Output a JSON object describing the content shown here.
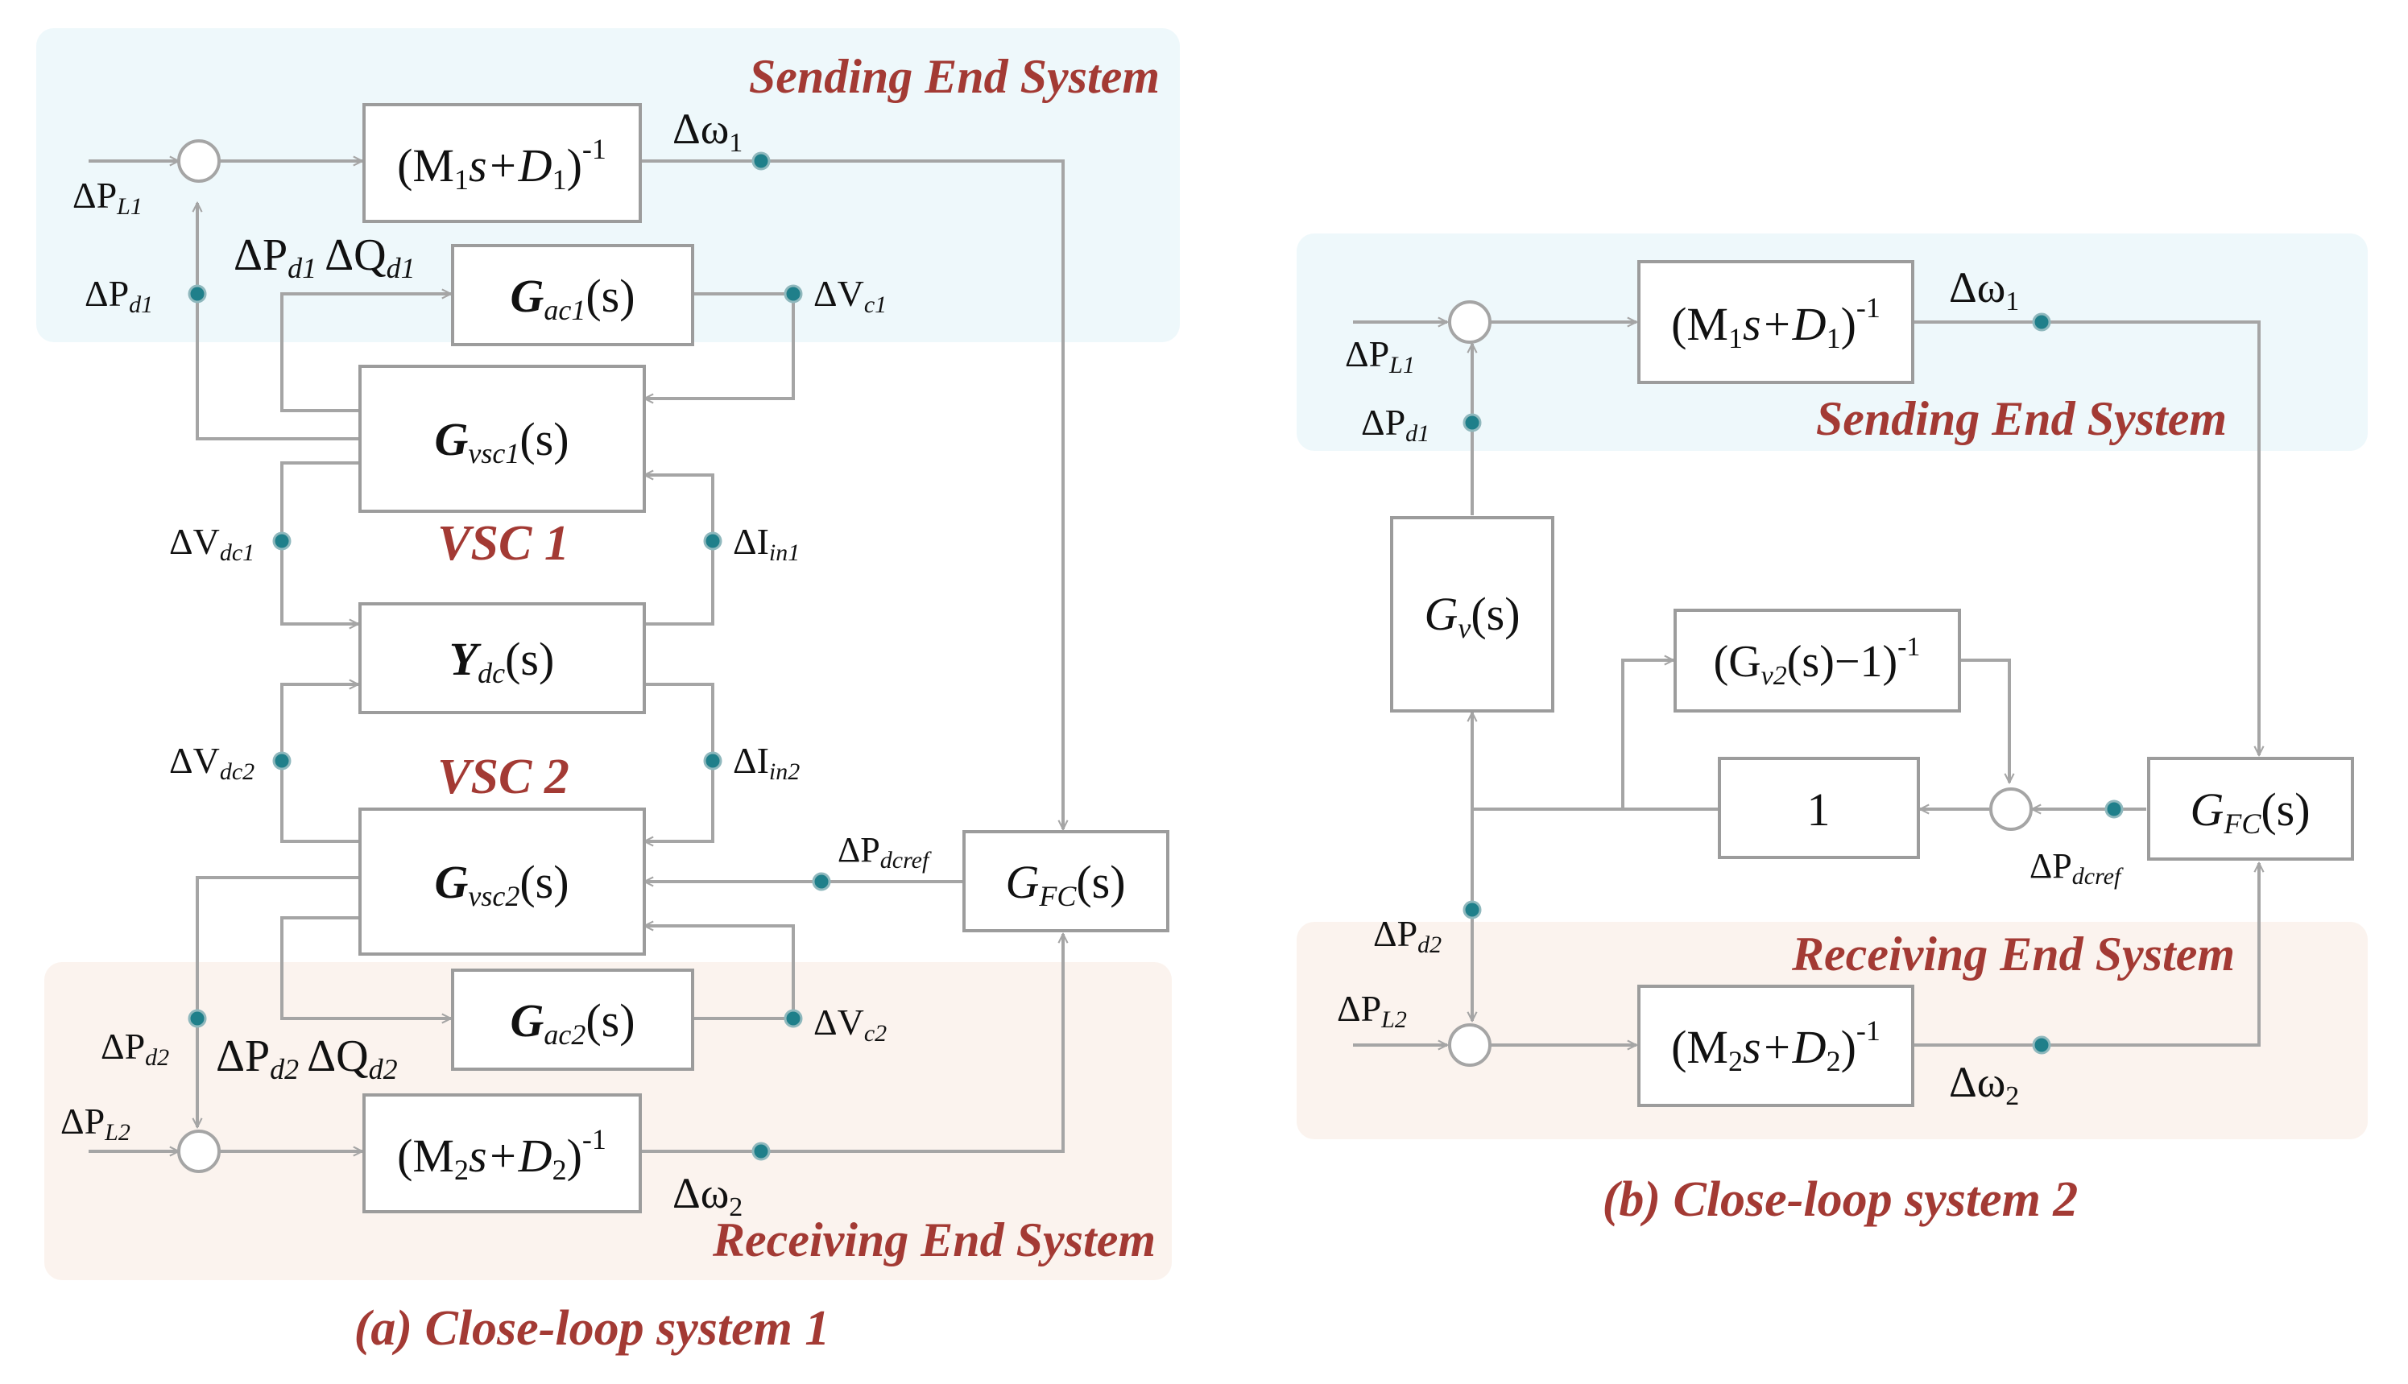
{
  "colors": {
    "accent_red": "#a33a34",
    "send_bg": "#eef8fb",
    "recv_bg": "#fbf3ee",
    "line": "#a5a5a5",
    "dot": "#1f7f8a"
  },
  "panel_a": {
    "caption": "(a) Close-loop system 1",
    "sending_title": "Sending End System",
    "receiving_title": "Receiving End System",
    "vsc1_label": "VSC 1",
    "vsc2_label": "VSC 2",
    "blocks": {
      "m1_base": "(M",
      "m1_sub1": "1",
      "m1_mid": "s+D",
      "m1_sub2": "1",
      "m1_close": ")",
      "m1_exp": "-1",
      "gac1_main": "G",
      "gac1_sub": "ac1",
      "gac1_arg": "(s)",
      "gvsc1_main": "G",
      "gvsc1_sub": "vsc1",
      "gvsc1_arg": "(s)",
      "ydc_main": "Y",
      "ydc_sub": "dc",
      "ydc_arg": "(s)",
      "gvsc2_main": "G",
      "gvsc2_sub": "vsc2",
      "gvsc2_arg": "(s)",
      "gac2_main": "G",
      "gac2_sub": "ac2",
      "gac2_arg": "(s)",
      "gfc_main": "G",
      "gfc_sub": "FC",
      "gfc_arg": "(s)",
      "m2_base": "(M",
      "m2_sub1": "2",
      "m2_mid": "s+D",
      "m2_sub2": "2",
      "m2_close": ")",
      "m2_exp": "-1"
    },
    "signals": {
      "dPL1": "ΔP",
      "dPL1_sub": "L1",
      "dw1": "Δω",
      "dw1_sub": "1",
      "dPd1": "ΔP",
      "dPd1_sub": "d1",
      "dPd1Qd1_p": "ΔP",
      "dPd1Qd1_psub": "d1",
      "dPd1Qd1_q": "ΔQ",
      "dPd1Qd1_qsub": "d1",
      "dVc1": "ΔV",
      "dVc1_sub": "c1",
      "dVdc1": "ΔV",
      "dVdc1_sub": "dc1",
      "dIin1": "ΔI",
      "dIin1_sub": "in1",
      "dVdc2": "ΔV",
      "dVdc2_sub": "dc2",
      "dIin2": "ΔI",
      "dIin2_sub": "in2",
      "dPdcref": "ΔP",
      "dPdcref_sub": "dcref",
      "dPd2": "ΔP",
      "dPd2_sub": "d2",
      "dPd2Qd2_p": "ΔP",
      "dPd2Qd2_psub": "d2",
      "dPd2Qd2_q": "ΔQ",
      "dPd2Qd2_qsub": "d2",
      "dVc2": "ΔV",
      "dVc2_sub": "c2",
      "dPL2": "ΔP",
      "dPL2_sub": "L2",
      "dw2": "Δω",
      "dw2_sub": "2"
    }
  },
  "panel_b": {
    "caption": "(b) Close-loop system 2",
    "sending_title": "Sending End System",
    "receiving_title": "Receiving End System",
    "blocks": {
      "m1_base": "(M",
      "m1_sub1": "1",
      "m1_mid": "s+D",
      "m1_sub2": "1",
      "m1_close": ")",
      "m1_exp": "-1",
      "gv_main": "G",
      "gv_sub": "v",
      "gv_arg": "(s)",
      "gv2_open": "(G",
      "gv2_sub": "v2",
      "gv2_rest": "(s)−1)",
      "gv2_exp": "-1",
      "one": "1",
      "gfc_main": "G",
      "gfc_sub": "FC",
      "gfc_arg": "(s)",
      "m2_base": "(M",
      "m2_sub1": "2",
      "m2_mid": "s+D",
      "m2_sub2": "2",
      "m2_close": ")",
      "m2_exp": "-1"
    },
    "signals": {
      "dPL1": "ΔP",
      "dPL1_sub": "L1",
      "dw1": "Δω",
      "dw1_sub": "1",
      "dPd1": "ΔP",
      "dPd1_sub": "d1",
      "dPdcref": "ΔP",
      "dPdcref_sub": "dcref",
      "dPd2": "ΔP",
      "dPd2_sub": "d2",
      "dPL2": "ΔP",
      "dPL2_sub": "L2",
      "dw2": "Δω",
      "dw2_sub": "2"
    }
  }
}
